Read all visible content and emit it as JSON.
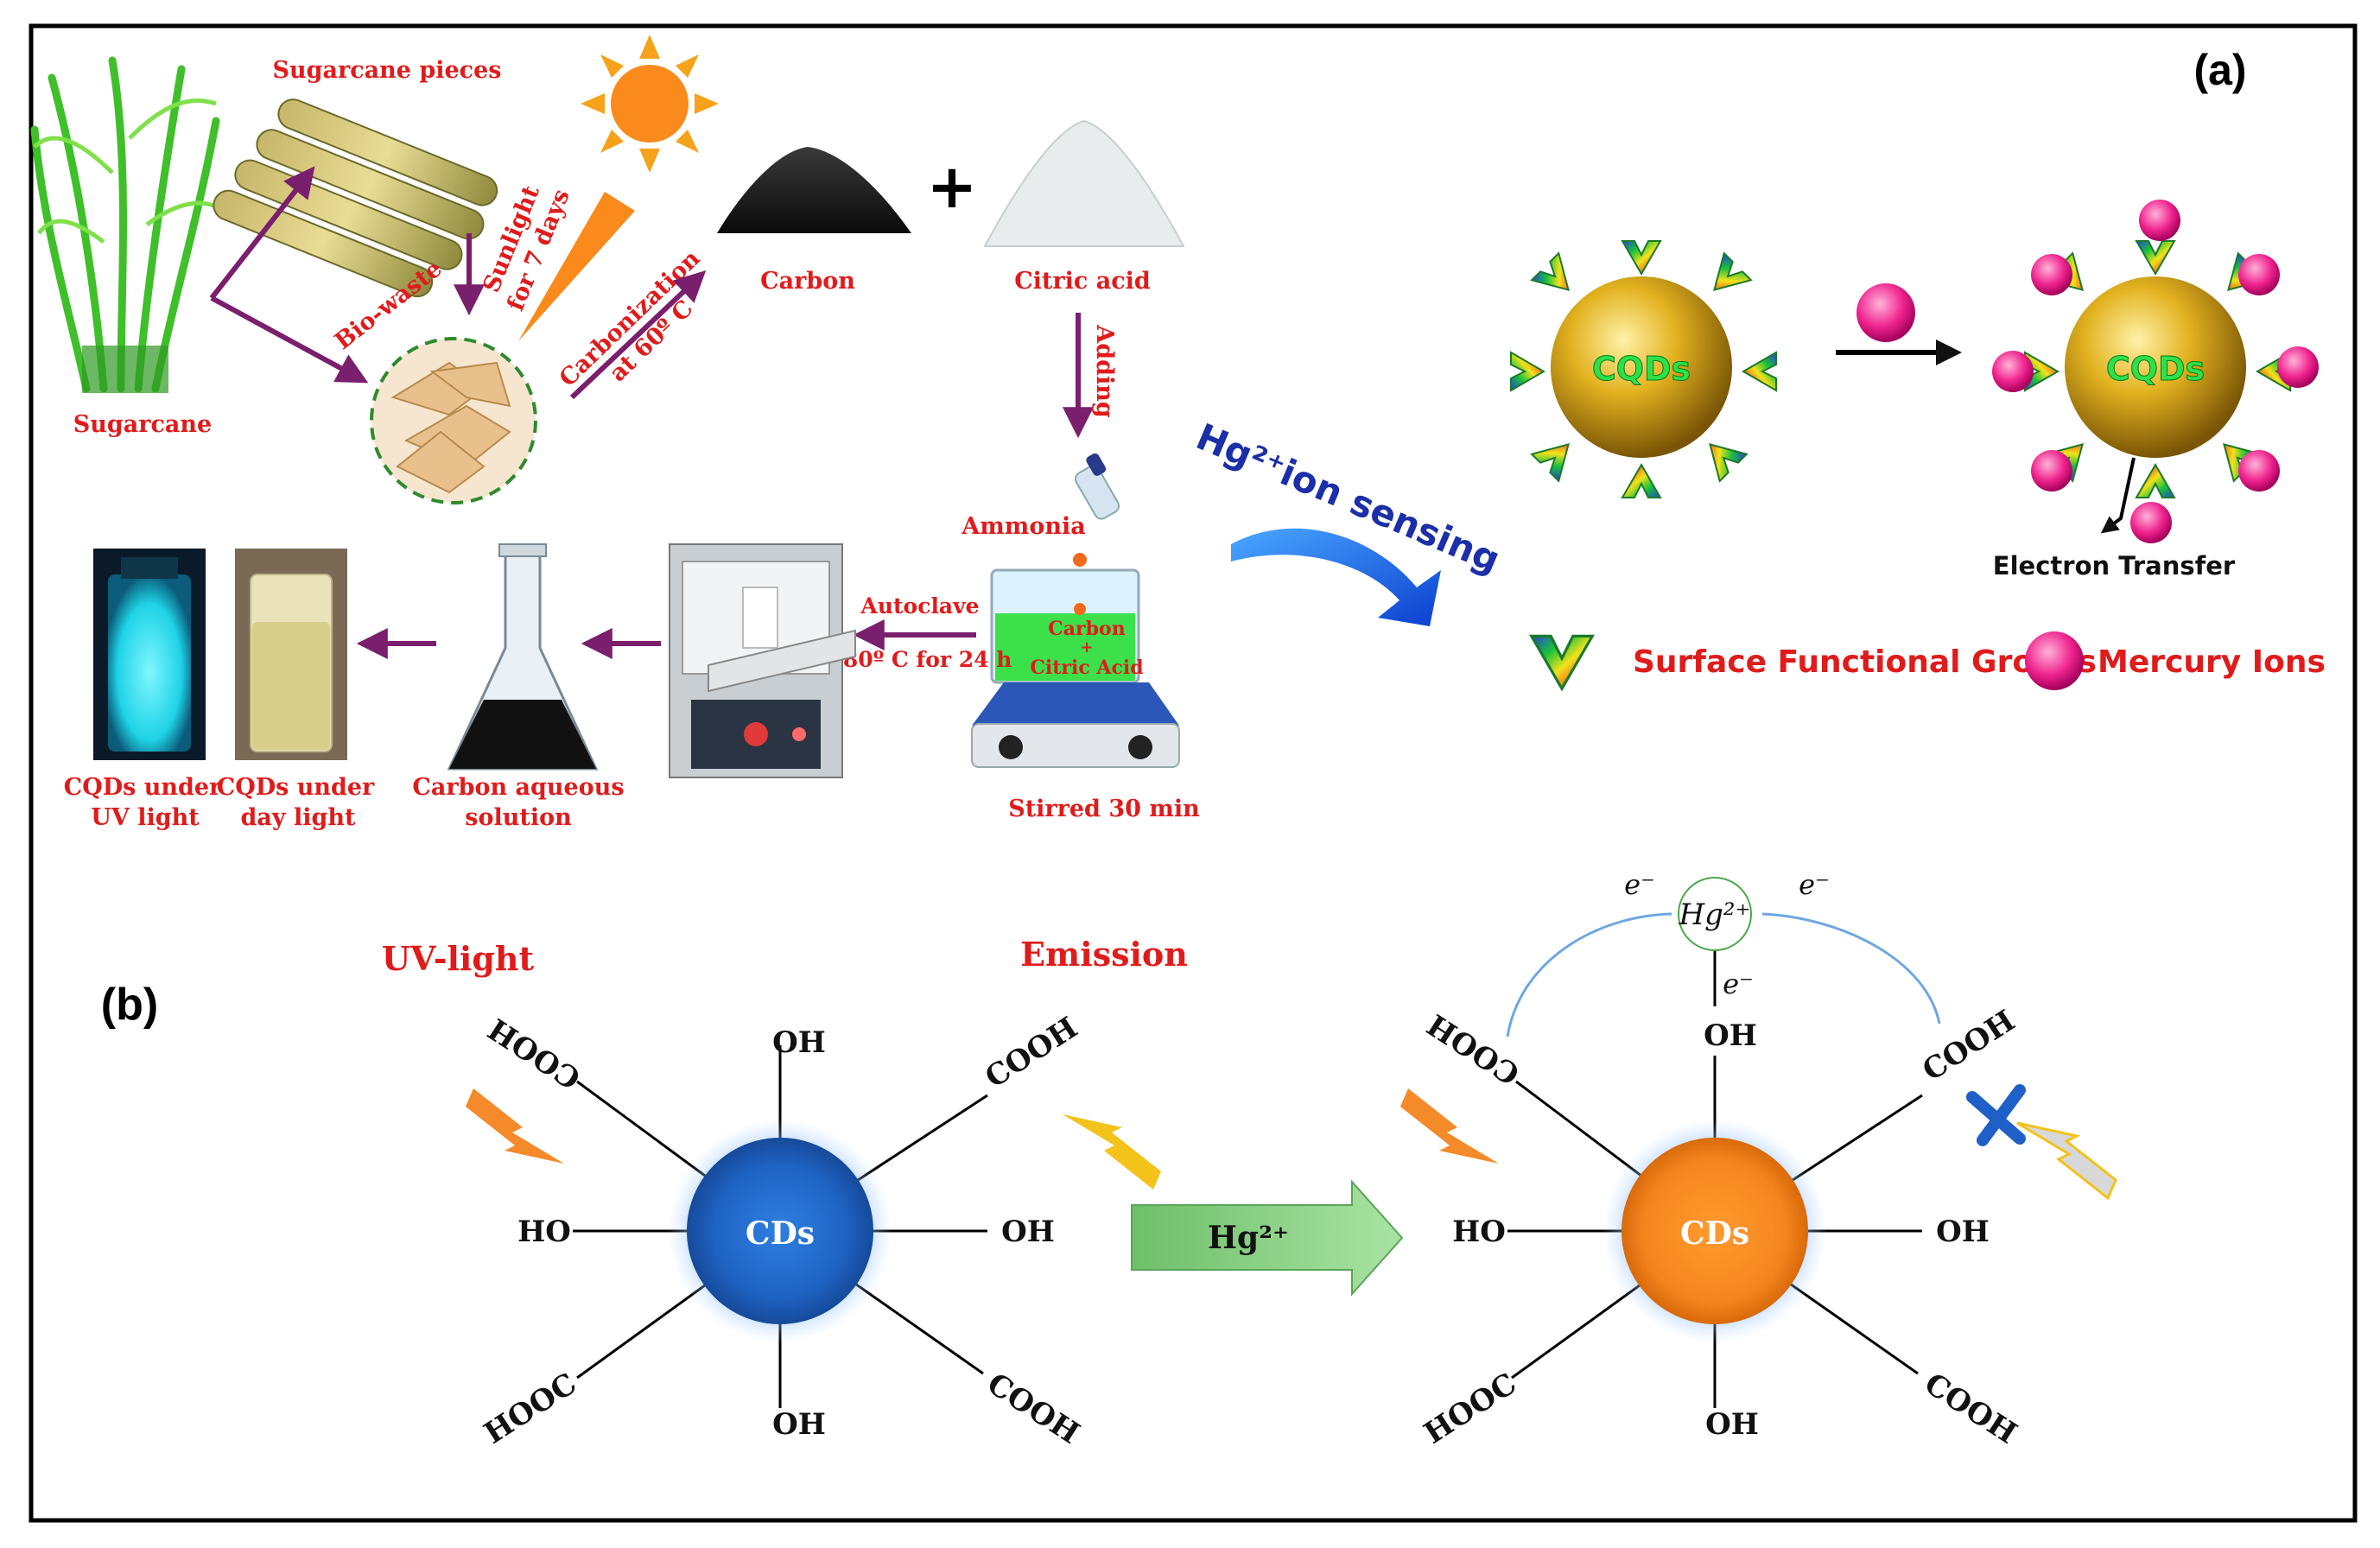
{
  "panel_a": {
    "label": "(a)",
    "sugarcane": "Sugarcane",
    "sugarcane_pieces": "Sugarcane pieces",
    "sunlight_line1": "Sunlight",
    "sunlight_line2": "for 7 days",
    "bio_waste": "Bio-waste",
    "carbonization_line1": "Carbonization",
    "carbonization_line2": "at 60º C",
    "carbon": "Carbon",
    "plus": "+",
    "citric_acid": "Citric acid",
    "adding": "Adding",
    "ammonia": "Ammonia",
    "beaker_line1": "Carbon",
    "beaker_line2": "+",
    "beaker_line3": "Citric Acid",
    "stirred": "Stirred 30 min",
    "autoclave": "Autoclave",
    "autoclave_cond": "180º C for 24 h",
    "carbon_aqueous_line1": "Carbon aqueous",
    "carbon_aqueous_line2": "solution",
    "cqd_uv_line1": "CQDs under",
    "cqd_uv_line2": "UV light",
    "cqd_day_line1": "CQDs under",
    "cqd_day_line2": "day light",
    "hg_sensing": "Hg²⁺ion sensing",
    "cqd_label": "CQDs",
    "electron_transfer": "Electron Transfer",
    "legend_groups": "Surface Functional Groups",
    "legend_ions": "Mercury Ions"
  },
  "panel_b": {
    "label": "(b)",
    "uv_light": "UV-light",
    "emission": "Emission",
    "cds": "CDs",
    "oh": "OH",
    "ho": "HO",
    "cooh": "COOH",
    "hooc": "HOOC",
    "hg_arrow": "Hg²⁺",
    "hg_ion": "Hg²⁺",
    "electron": "e⁻"
  },
  "colors": {
    "text_red": "#e01b1b",
    "arrow_purple": "#7a1e6e",
    "cd_blue": "#1f6fd1",
    "cd_orange": "#f5861f",
    "arrow_green": "#8fd18c",
    "mercury_pink": "#f0248f",
    "gold": "#d9a514"
  }
}
